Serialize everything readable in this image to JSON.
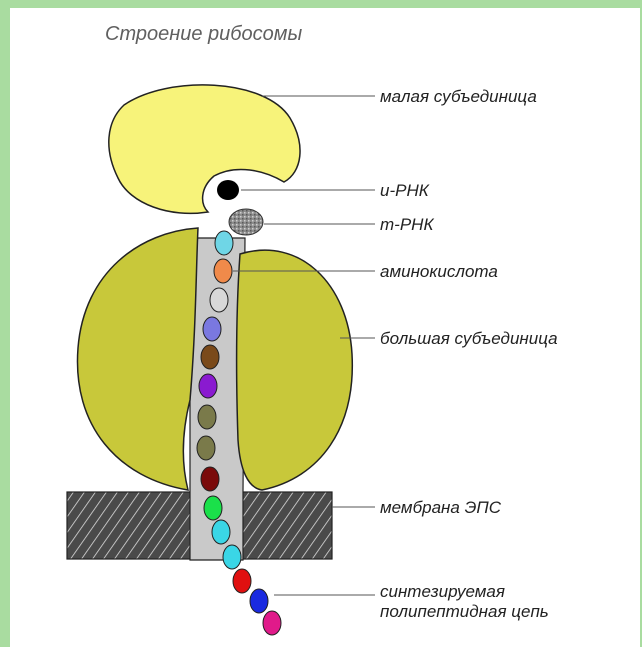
{
  "title": "Строение рибосомы",
  "labels": {
    "small_subunit": "малая субъединица",
    "i_rnk": "и-РНК",
    "t_rnk": "т-РНК",
    "amino_acid": "аминокислота",
    "large_subunit": "большая субъединица",
    "membrane": "мембрана ЭПС",
    "chain_line1": "синтезируемая",
    "chain_line2": "полипептидная цепь"
  },
  "colors": {
    "background": "#a9dca0",
    "small_subunit": "#f7f37a",
    "large_subunit": "#c8c83a",
    "channel": "#c9c9c9",
    "membrane": "#4a4a4a",
    "i_rnk": "#000000",
    "t_rnk": "#9a9a9a"
  },
  "beads": [
    {
      "name": "bead-1",
      "color": "#6fd6e6"
    },
    {
      "name": "bead-2",
      "color": "#f08a4a"
    },
    {
      "name": "bead-3",
      "color": "#d8d8d8"
    },
    {
      "name": "bead-4",
      "color": "#7a78e0"
    },
    {
      "name": "bead-5",
      "color": "#7a4a1a"
    },
    {
      "name": "bead-6",
      "color": "#8a1ad0"
    },
    {
      "name": "bead-7",
      "color": "#7a7a4a"
    },
    {
      "name": "bead-8",
      "color": "#7a7a4a"
    },
    {
      "name": "bead-9",
      "color": "#7a0a0a"
    },
    {
      "name": "bead-10",
      "color": "#1ae04a"
    },
    {
      "name": "bead-11",
      "color": "#3ad6e6"
    },
    {
      "name": "bead-12",
      "color": "#3ad6e6"
    },
    {
      "name": "bead-13",
      "color": "#e01010"
    },
    {
      "name": "bead-14",
      "color": "#1a2ae0"
    },
    {
      "name": "bead-15",
      "color": "#e01a8a"
    }
  ]
}
